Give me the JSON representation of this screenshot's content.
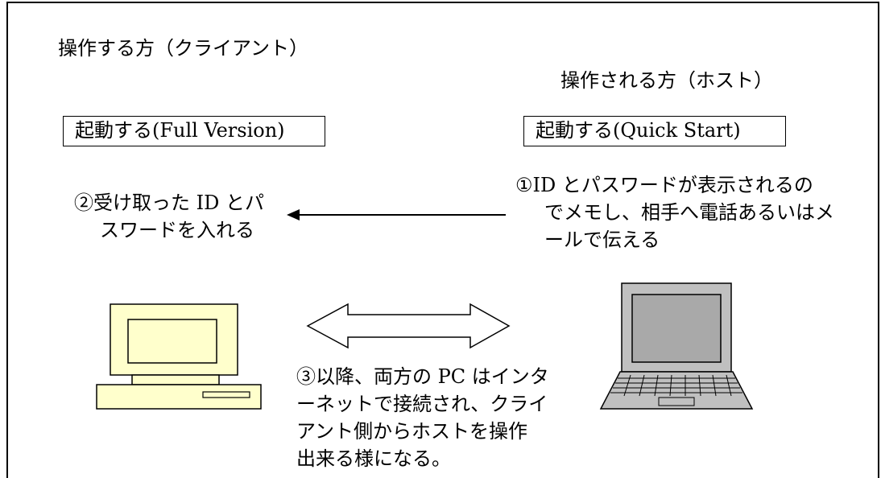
{
  "client_heading": "操作する方（クライアント）",
  "host_heading": "操作される方（ホスト）",
  "client_box_label": "起動する(Full Version)",
  "host_box_label": "起動する(Quick Start)",
  "step1": {
    "line1": "①ID とパスワードが表示されるの",
    "line2": "でメモし、相手へ電話あるいはメ",
    "line3": "ールで伝える"
  },
  "step2": {
    "line1": "②受け取った ID とパ",
    "line2": "スワードを入れる"
  },
  "step3": {
    "line1": "③以降、両方の PC はインタ",
    "line2": "ーネットで接続され、クライ",
    "line3": "アント側からホストを操作",
    "line4": "出来る様になる。"
  },
  "colors": {
    "desktop_body": "#ffffcc",
    "laptop_body": "#c0c0c0",
    "laptop_screen": "#a9a9a9",
    "line": "#000000"
  }
}
